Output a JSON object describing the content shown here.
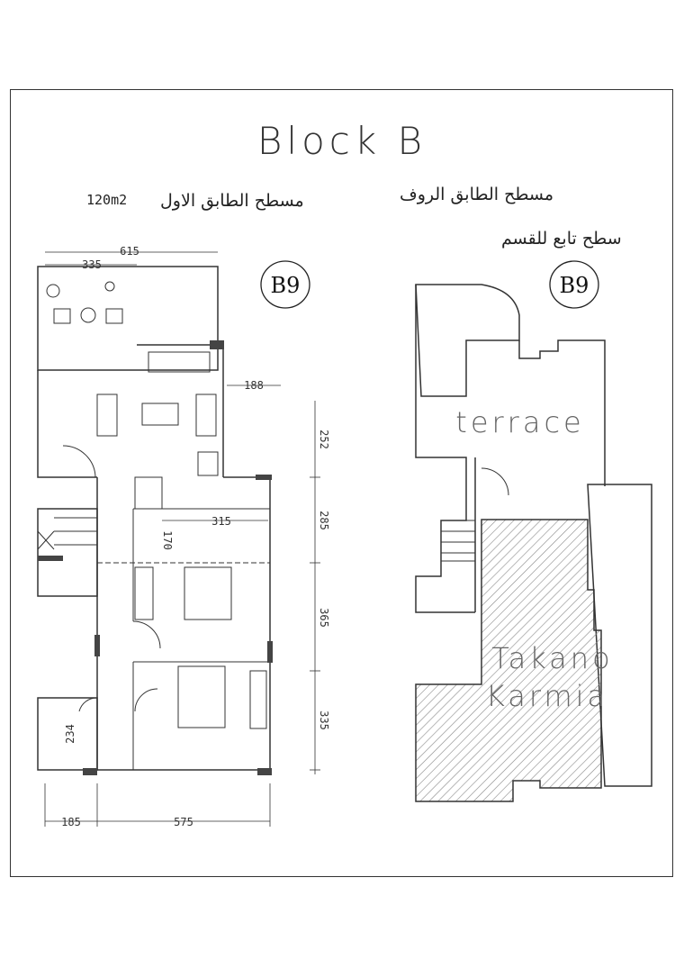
{
  "title": "Block B",
  "left_plan": {
    "area": "120m2",
    "caption": "مسطح الطابق  الاول",
    "unit_tag": "B9",
    "dimensions": {
      "top_total": "615",
      "top_inner": "335",
      "side_small": "188",
      "right_1": "252",
      "right_2": "285",
      "right_3": "365",
      "right_4": "335",
      "inner_horizontal": "315",
      "inner_vertical": "170",
      "bath_vertical": "234",
      "bottom_left": "185",
      "bottom_right": "575"
    }
  },
  "right_plan": {
    "caption": "مسطح الطابق  الروف",
    "subcaption": "سطح تابع للقسم",
    "unit_tag": "B9",
    "terrace_label": "terrace",
    "hatched_label_1": "Takano",
    "hatched_label_2": "Karmia"
  },
  "colors": {
    "line": "#333333",
    "hatch": "#888888",
    "background": "#ffffff"
  }
}
